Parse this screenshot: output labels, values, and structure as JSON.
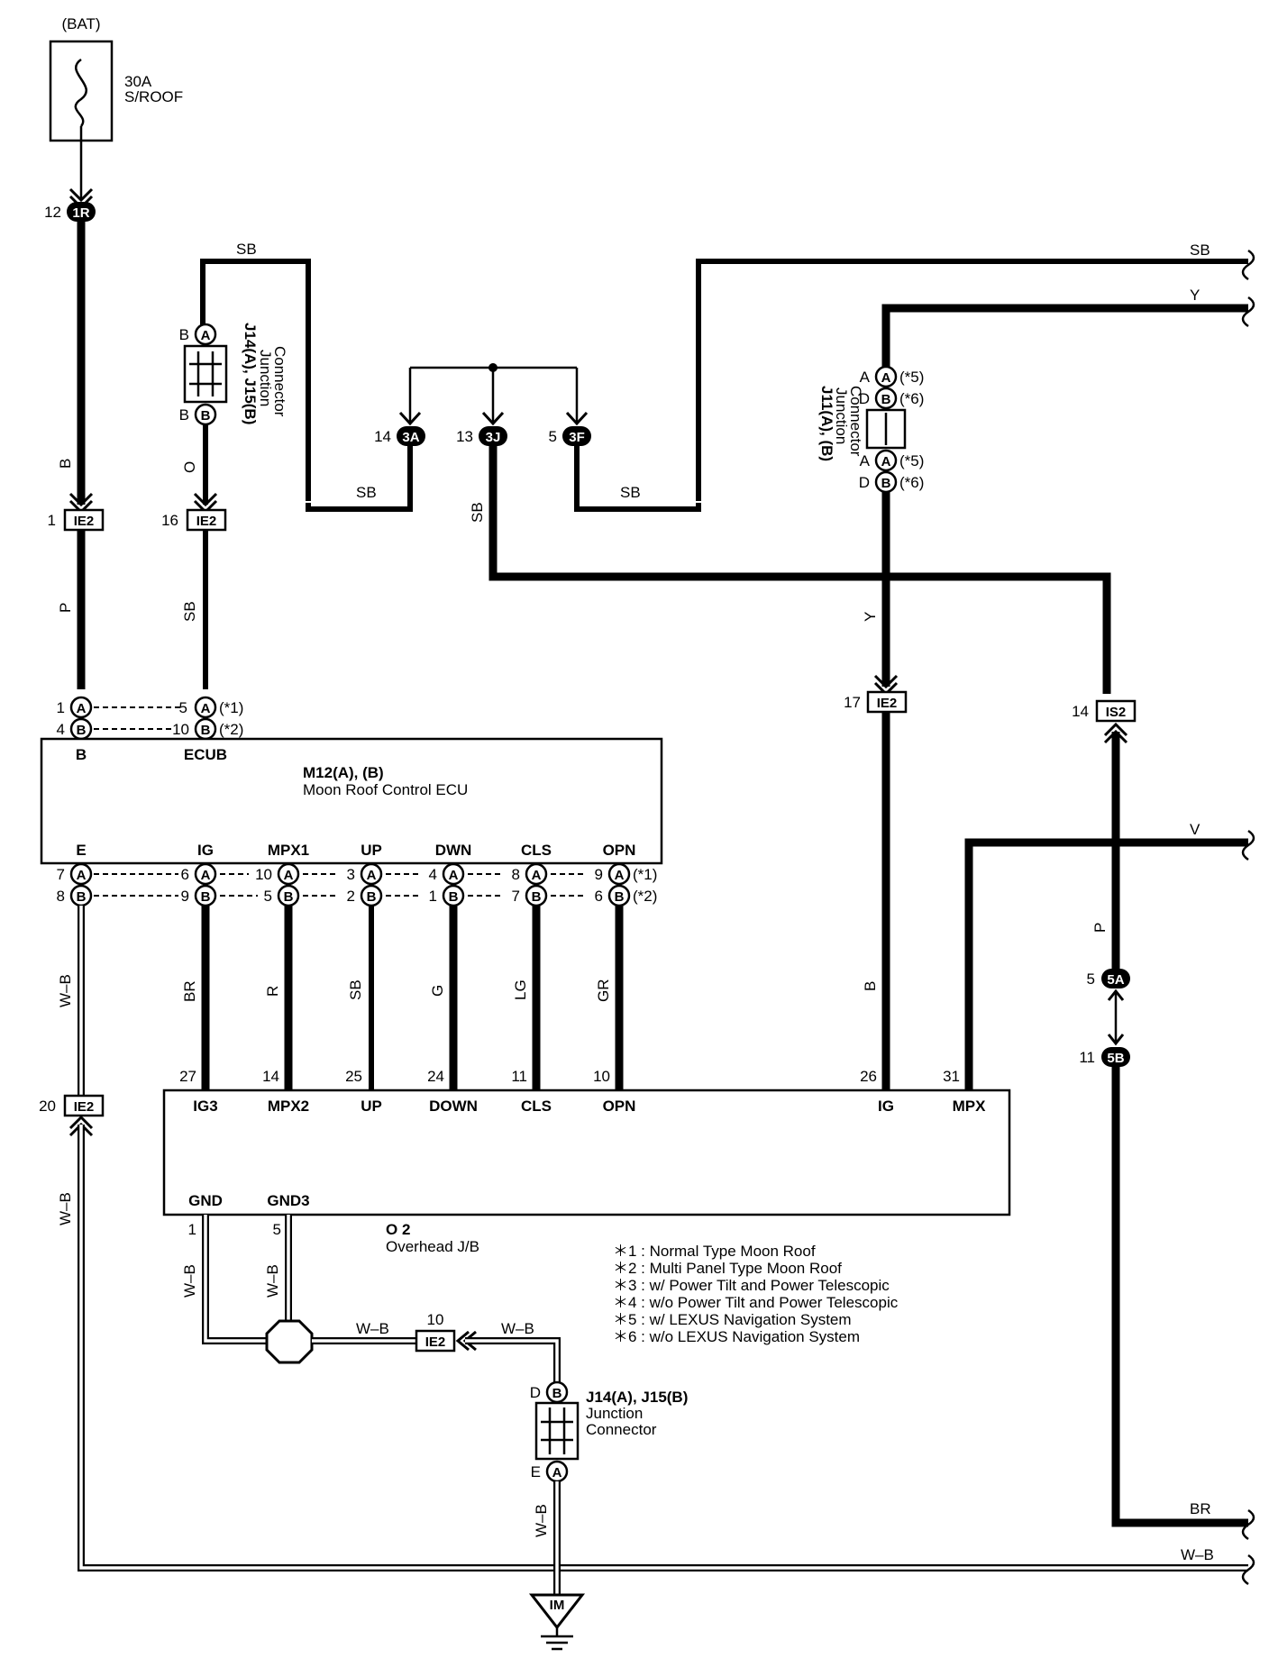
{
  "power": {
    "source": "(BAT)",
    "fuse_amp": "30A",
    "fuse_name": "S/ROOF"
  },
  "connectors": {
    "c_1r": {
      "pin": "12",
      "name": "1R"
    },
    "c_ie2_1": {
      "pin": "1",
      "name": "IE2"
    },
    "c_ie2_16": {
      "pin": "16",
      "name": "IE2"
    },
    "c_3a": {
      "pin": "14",
      "name": "3A"
    },
    "c_3j": {
      "pin": "13",
      "name": "3J"
    },
    "c_3f": {
      "pin": "5",
      "name": "3F"
    },
    "c_ie2_17": {
      "pin": "17",
      "name": "IE2"
    },
    "c_is2_14": {
      "pin": "14",
      "name": "IS2"
    },
    "c_5a": {
      "pin": "5",
      "name": "5A"
    },
    "c_5b": {
      "pin": "11",
      "name": "5B"
    },
    "c_ie2_20": {
      "pin": "20",
      "name": "IE2"
    },
    "c_ie2_10": {
      "pin": "10",
      "name": "IE2"
    },
    "ground": "IM"
  },
  "junctions": {
    "j14_top": {
      "title": "J14(A), J15(B)",
      "sub1": "Junction",
      "sub2": "Connector",
      "pin_a_label": "B",
      "pin_a": "A",
      "pin_b_label": "B",
      "pin_b": "B"
    },
    "j11": {
      "title": "J11(A), (B)",
      "sub1": "Junction",
      "sub2": "Connector",
      "rows": [
        {
          "label": "A",
          "pin": "A",
          "note": "(*5)"
        },
        {
          "label": "D",
          "pin": "B",
          "note": "(*6)"
        },
        {
          "label": "A",
          "pin": "A",
          "note": "(*5)"
        },
        {
          "label": "D",
          "pin": "B",
          "note": "(*6)"
        }
      ]
    },
    "j14_bot": {
      "title": "J14(A), J15(B)",
      "sub1": "Junction",
      "sub2": "Connector",
      "pin_top_label": "D",
      "pin_top": "B",
      "pin_bot_label": "E",
      "pin_bot": "A"
    }
  },
  "wires": {
    "sb": "SB",
    "y": "Y",
    "b": "B",
    "o": "O",
    "p": "P",
    "v": "V",
    "br": "BR",
    "wb": "W–B",
    "r": "R",
    "g": "G",
    "lg": "LG",
    "gr": "GR"
  },
  "ecu": {
    "name": "M12(A), (B)",
    "desc": "Moon Roof Control ECU",
    "top_terms": [
      "B",
      "ECUB"
    ],
    "top_pins": [
      {
        "l_num": "1",
        "l_pin": "A",
        "r_num": "5",
        "r_pin": "A",
        "note": "(*1)"
      },
      {
        "l_num": "4",
        "l_pin": "B",
        "r_num": "10",
        "r_pin": "B",
        "note": "(*2)"
      }
    ],
    "bottom_terms": [
      "E",
      "IG",
      "MPX1",
      "UP",
      "DWN",
      "CLS",
      "OPN"
    ],
    "row_a": [
      "7",
      "6",
      "10",
      "3",
      "4",
      "8",
      "9"
    ],
    "row_b": [
      "8",
      "9",
      "5",
      "2",
      "1",
      "7",
      "6"
    ],
    "pin_a": "A",
    "pin_b": "B",
    "note_a": "(*1)",
    "note_b": "(*2)"
  },
  "jb": {
    "name": "O 2",
    "desc": "Overhead J/B",
    "terms": [
      "IG3",
      "MPX2",
      "UP",
      "DOWN",
      "CLS",
      "OPN",
      "IG",
      "MPX"
    ],
    "pins": [
      "27",
      "14",
      "25",
      "24",
      "11",
      "10",
      "26",
      "31"
    ],
    "gnd_terms": [
      "GND",
      "GND3"
    ],
    "gnd_pins": [
      "1",
      "5"
    ]
  },
  "notes": [
    "＊1 : Normal Type Moon Roof",
    "＊2 : Multi Panel Type Moon Roof",
    "＊3 : w/ Power Tilt and Power Telescopic",
    "＊4 : w/o Power Tilt and Power Telescopic",
    "＊5 : w/ LEXUS Navigation System",
    "＊6 : w/o LEXUS Navigation System"
  ]
}
